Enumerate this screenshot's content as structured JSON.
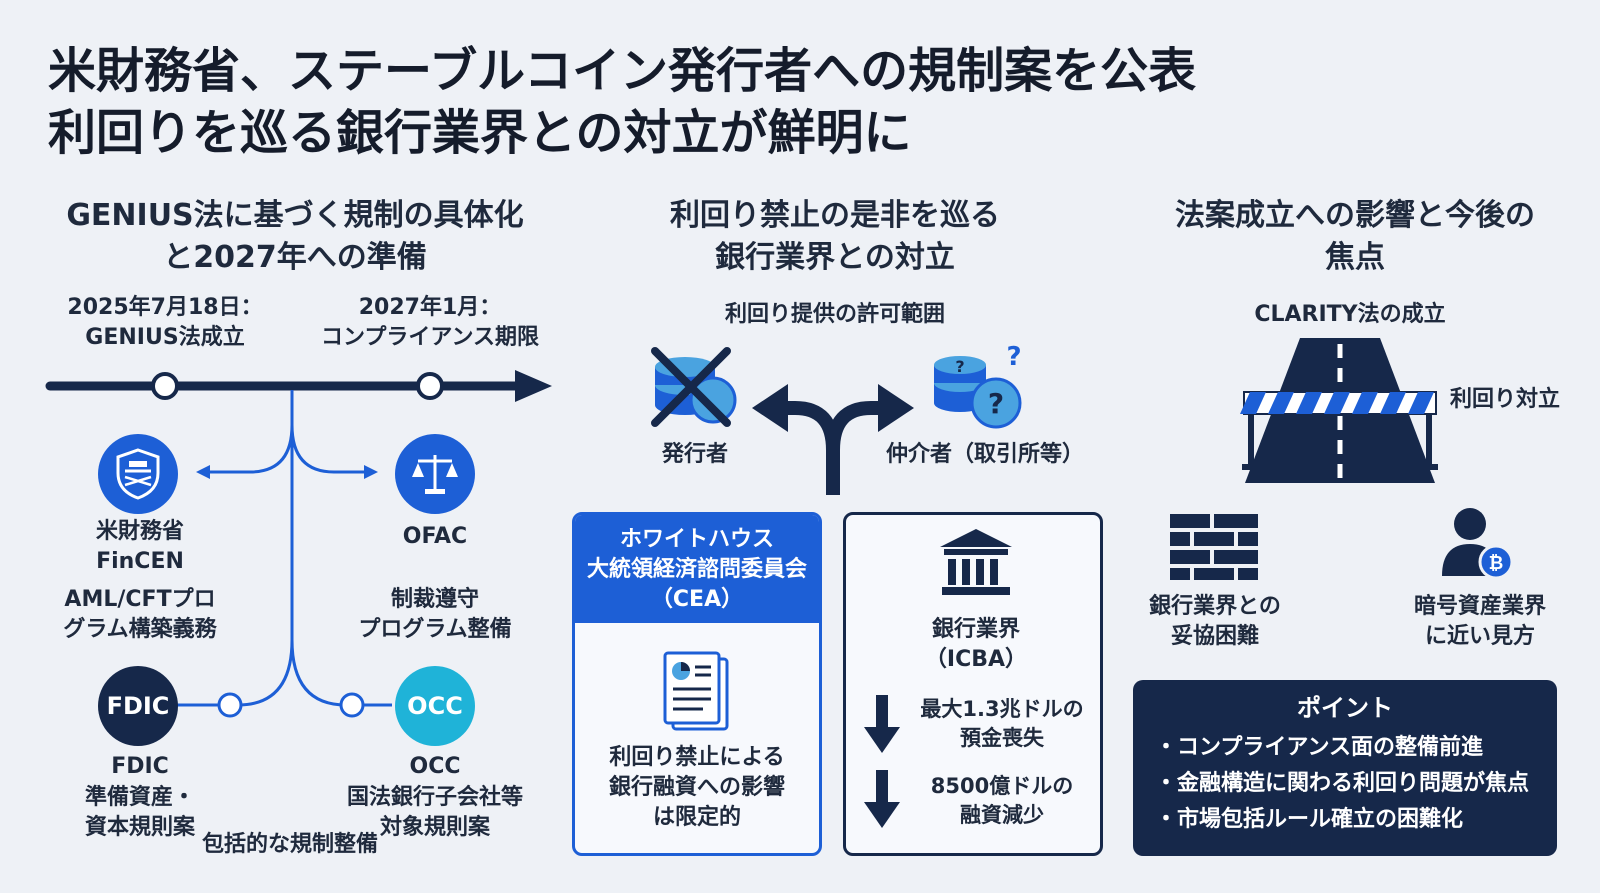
{
  "title": {
    "line1": "米財務省、ステーブルコイン発行者への規制案を公表",
    "line2": "利回りを巡る銀行業界との対立が鮮明に"
  },
  "left": {
    "heading_line1": "GENIUS法に基づく規制の具体化",
    "heading_line2": "と2027年への準備",
    "milestone1_date": "2025年7月18日：",
    "milestone1_text": "GENIUS法成立",
    "milestone2_date": "2027年1月：",
    "milestone2_text": "コンプライアンス期限",
    "treasury_name1": "米財務省",
    "treasury_name2": "FinCEN",
    "treasury_desc1": "AML/CFTプロ",
    "treasury_desc2": "グラム構築義務",
    "ofac_name": "OFAC",
    "ofac_desc1": "制裁遵守",
    "ofac_desc2": "プログラム整備",
    "fdic_badge": "FDIC",
    "fdic_name": "FDIC",
    "fdic_desc1": "準備資産・",
    "fdic_desc2": "資本規則案",
    "occ_badge": "OCC",
    "occ_name": "OCC",
    "occ_desc1": "国法銀行子会社等",
    "occ_desc2": "対象規則案",
    "footer": "包括的な規制整備"
  },
  "middle": {
    "heading_line1": "利回り禁止の是非を巡る",
    "heading_line2": "銀行業界との対立",
    "subheading": "利回り提供の許可範囲",
    "issuer": "発行者",
    "intermediary": "仲介者（取引所等）",
    "cea_line1": "ホワイトハウス",
    "cea_line2": "大統領経済諮問委員会",
    "cea_line3": "（CEA）",
    "cea_desc1": "利回り禁止による",
    "cea_desc2": "銀行融資への影響",
    "cea_desc3": "は限定的",
    "bank_line1": "銀行業界",
    "bank_line2": "（ICBA）",
    "bank_stat1_line1": "最大1.3兆ドルの",
    "bank_stat1_line2": "預金喪失",
    "bank_stat2_line1": "8500億ドルの",
    "bank_stat2_line2": "融資減少"
  },
  "right": {
    "heading_line1": "法案成立への影響と今後の",
    "heading_line2": "焦点",
    "clarity": "CLARITY法の成立",
    "yield_conflict": "利回り対立",
    "bank_compromise1": "銀行業界との",
    "bank_compromise2": "妥協困難",
    "crypto_view1": "暗号資産業界",
    "crypto_view2": "に近い見方",
    "points_title": "ポイント",
    "points": [
      "・コンプライアンス面の整備前進",
      "・金融構造に関わる利回り問題が焦点",
      "・市場包括ルール確立の困難化"
    ]
  },
  "colors": {
    "navy": "#16284a",
    "blue": "#1d5fd6",
    "cyan": "#1fb3d8",
    "light_blue": "#4aa3e0"
  }
}
